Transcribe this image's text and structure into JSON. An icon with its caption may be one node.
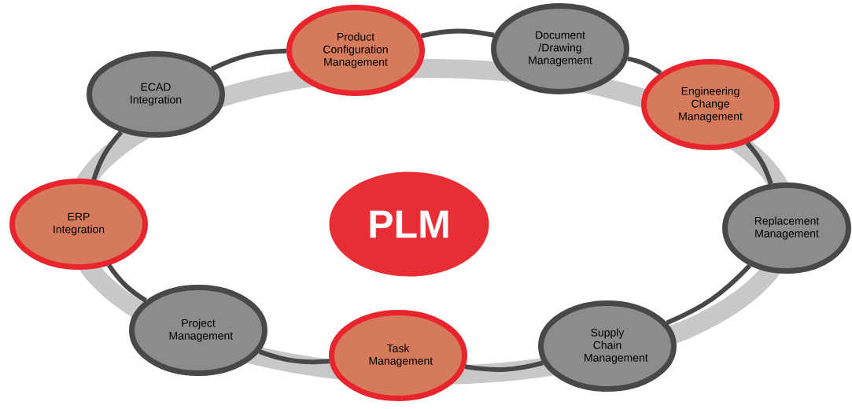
{
  "diagram": {
    "nodes": [
      {
        "text": [
          "Product Configuration Management"
        ]
      },
      {
        "text": [
          "Document /Drawing Management"
        ]
      },
      {
        "text": [
          "ECAD Integration"
        ]
      },
      {
        "text": [
          "Engineering Change Management"
        ]
      },
      {
        "text": [
          "PLM"
        ]
      },
      {
        "text": [
          "ERP Integration"
        ]
      },
      {
        "text": [
          "Replacement Management"
        ]
      },
      {
        "text": [
          "Project Management"
        ]
      },
      {
        "text": [
          "Supply Chain Management"
        ]
      },
      {
        "text": [
          "Task Management"
        ]
      }
    ],
    "edges": [
      {
        "from": 2,
        "to": 0,
        "arrow": "none"
      },
      {
        "from": 0,
        "to": 1,
        "arrow": "none"
      },
      {
        "from": 1,
        "to": 3,
        "arrow": "none"
      },
      {
        "from": 3,
        "to": 6,
        "arrow": "none"
      },
      {
        "from": 6,
        "to": 8,
        "arrow": "none"
      },
      {
        "from": 8,
        "to": 9,
        "arrow": "none"
      },
      {
        "from": 9,
        "to": 7,
        "arrow": "none"
      },
      {
        "from": 7,
        "to": 5,
        "arrow": "none"
      },
      {
        "from": 5,
        "to": 2,
        "arrow": "none"
      }
    ]
  }
}
